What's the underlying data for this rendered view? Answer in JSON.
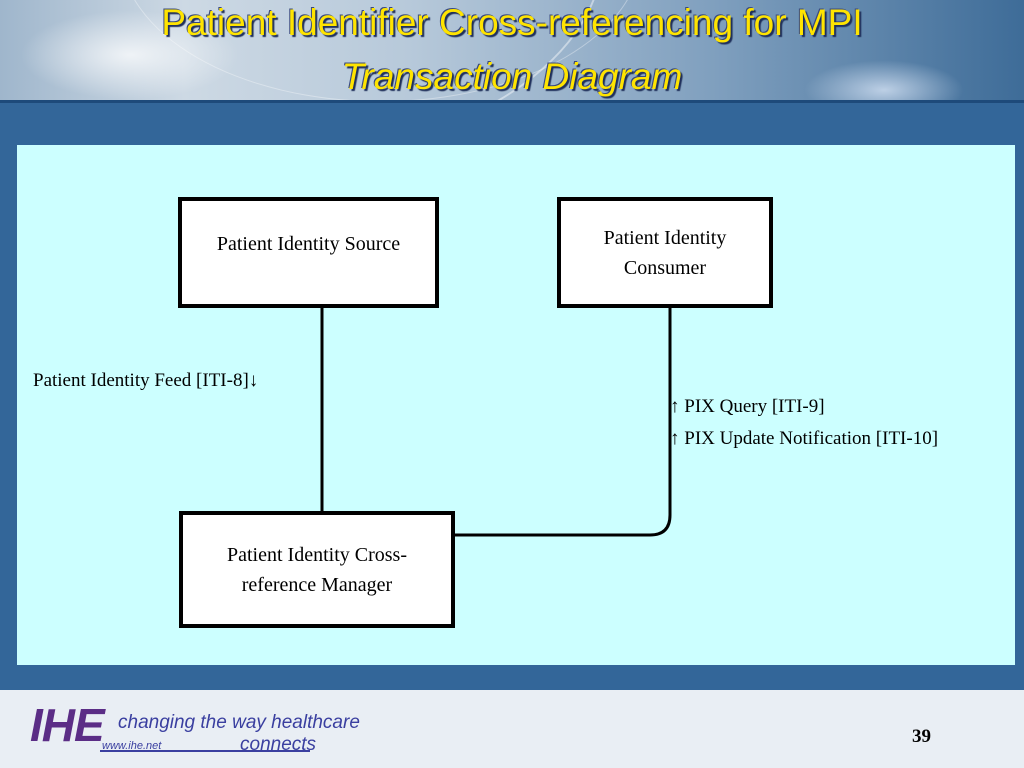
{
  "slide": {
    "title_line1": "Patient Identifier Cross-referencing for MPI",
    "title_line2": "Transaction Diagram",
    "page_number": "39"
  },
  "diagram": {
    "actors": {
      "source": "Patient Identity Source",
      "consumer_line1": "Patient Identity",
      "consumer_line2": "Consumer",
      "manager_line1": "Patient Identity Cross-",
      "manager_line2": "reference Manager"
    },
    "transactions": {
      "feed": "Patient Identity Feed [ITI-8]↓",
      "query": "↑ PIX Query [ITI-9]",
      "update": "↑ PIX Update Notification [ITI-10]"
    }
  },
  "footer": {
    "logo_text": "IHE",
    "tagline": "changing the way healthcare",
    "tagline2": "connects",
    "url": "www.ihe.net"
  },
  "colors": {
    "title": "#ffe400",
    "band": "#336699",
    "panel": "#ccffff",
    "logo": "#5b2d86"
  }
}
